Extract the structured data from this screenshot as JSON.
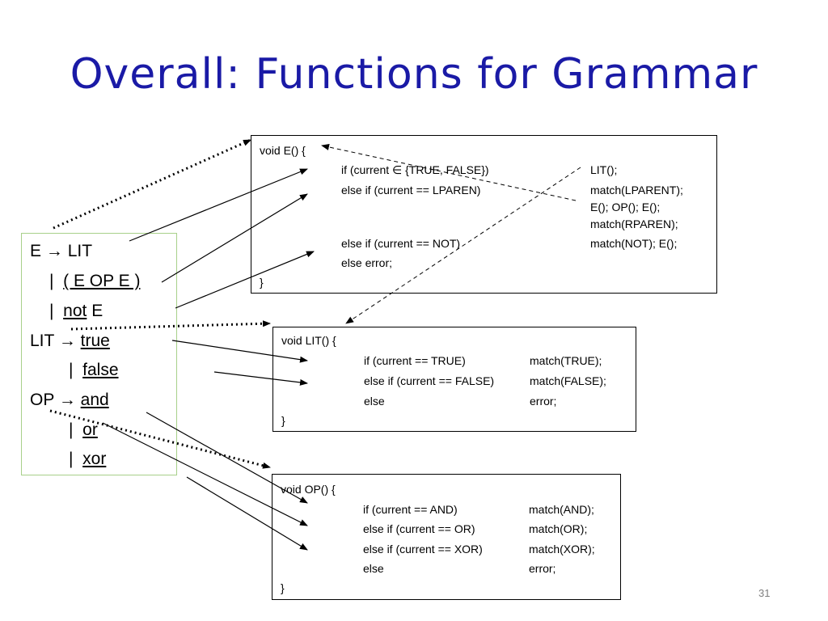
{
  "title": "Overall: Functions for Grammar",
  "slide_number": "31",
  "grammar": {
    "lines": [
      {
        "lhs": "E",
        "arrow": "→",
        "rhs": "LIT",
        "rhs_underline": false
      },
      {
        "bar": "|",
        "rhs": "( E OP E )",
        "rhs_underline": true
      },
      {
        "bar": "|",
        "rhs_u": "not",
        "rhs_tail": "E"
      },
      {
        "lhs": "LIT",
        "arrow": "→",
        "rhs": "true",
        "rhs_underline": true
      },
      {
        "bar": "|",
        "rhs": "false",
        "rhs_underline": true
      },
      {
        "lhs": "OP",
        "arrow": "→",
        "rhs": "and",
        "rhs_underline": true
      },
      {
        "bar": "|",
        "rhs": "or",
        "rhs_underline": true
      },
      {
        "bar": "|",
        "rhs": "xor",
        "rhs_underline": true
      }
    ]
  },
  "code_E": {
    "header": "void E() {",
    "rows": [
      {
        "cond": "if (current ∈ {TRUE, FALSE})",
        "action": "LIT();"
      },
      {
        "cond": "else if (current == LPAREN)",
        "action": "match(LPARENT);"
      },
      {
        "cond": "",
        "action": "E(); OP(); E();"
      },
      {
        "cond": "",
        "action": "match(RPAREN);"
      },
      {
        "cond": "else if (current == NOT)",
        "action": "match(NOT); E();"
      },
      {
        "cond": "else error;",
        "action": ""
      }
    ],
    "footer": "}"
  },
  "code_LIT": {
    "header": "void LIT() {",
    "rows": [
      {
        "cond": "if (current == TRUE)",
        "action": "match(TRUE);"
      },
      {
        "cond": "else if (current == FALSE)",
        "action": "match(FALSE);"
      },
      {
        "cond": "else",
        "action": "error;"
      }
    ],
    "footer": "}"
  },
  "code_OP": {
    "header": "void OP() {",
    "rows": [
      {
        "cond": "if (current == AND)",
        "action": "match(AND);"
      },
      {
        "cond": "else if (current == OR)",
        "action": "match(OR);"
      },
      {
        "cond": "else if (current == XOR)",
        "action": "match(XOR);"
      },
      {
        "cond": "else",
        "action": "error;"
      }
    ],
    "footer": "}"
  }
}
